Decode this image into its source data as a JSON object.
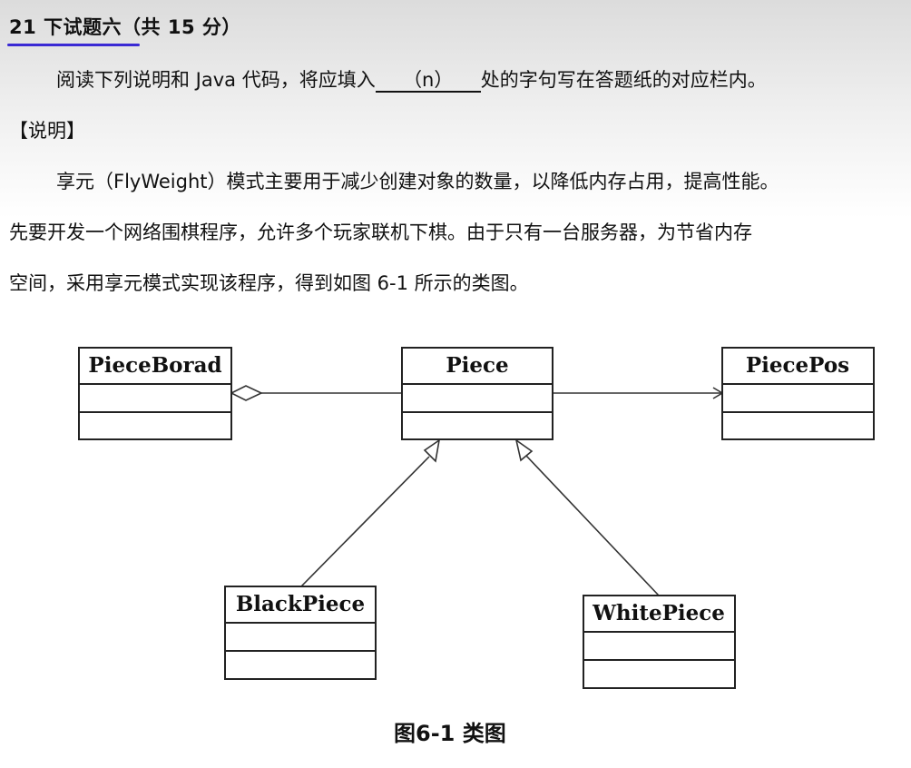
{
  "header": {
    "title": "21 下试题六（共 15 分）"
  },
  "instructions": {
    "line1_prefix": "阅读下列说明和 Java 代码，将应填入",
    "line1_blank": "（n）",
    "line1_suffix": "处的字句写在答题纸的对应栏内。"
  },
  "section": {
    "heading": "【说明】",
    "lines": [
      "享元（FlyWeight）模式主要用于减少创建对象的数量，以降低内存占用，提高性能。",
      "先要开发一个网络围棋程序，允许多个玩家联机下棋。由于只有一台服务器，为节省内存",
      "空间，采用享元模式实现该程序，得到如图 6-1 所示的类图。"
    ]
  },
  "diagram": {
    "classes": [
      {
        "id": "pieceborad",
        "name": "PieceBorad"
      },
      {
        "id": "piece",
        "name": "Piece"
      },
      {
        "id": "piecepos",
        "name": "PiecePos"
      },
      {
        "id": "blackpiece",
        "name": "BlackPiece"
      },
      {
        "id": "whitepiece",
        "name": "WhitePiece"
      }
    ],
    "relations": [
      {
        "from": "pieceborad",
        "to": "piece",
        "type": "aggregation"
      },
      {
        "from": "piece",
        "to": "piecepos",
        "type": "association"
      },
      {
        "from": "blackpiece",
        "to": "piece",
        "type": "generalization"
      },
      {
        "from": "whitepiece",
        "to": "piece",
        "type": "generalization"
      }
    ],
    "caption": "图6-1   类图"
  }
}
